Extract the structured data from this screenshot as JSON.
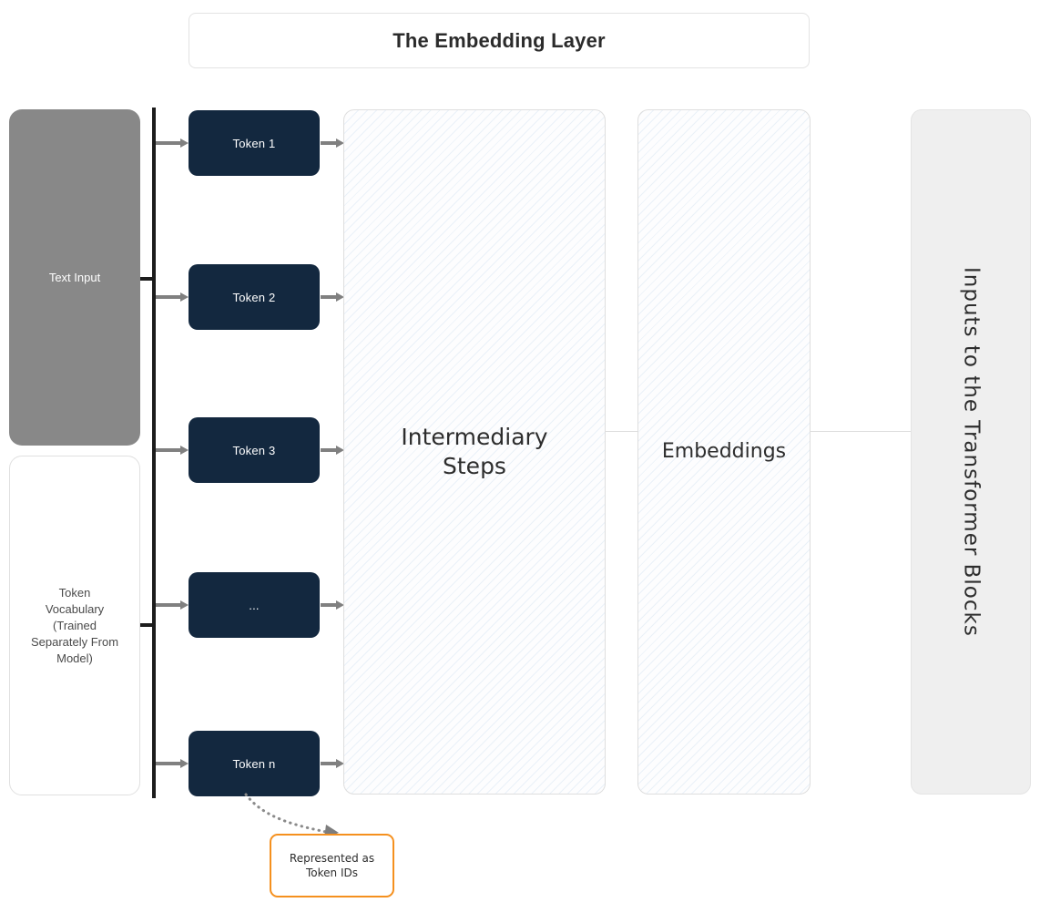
{
  "title": {
    "text": "The Embedding Layer"
  },
  "inputs": {
    "text_input_label": "Text Input",
    "vocabulary_label": "Token\nVocabulary\n(Trained\nSeparately From\nModel)"
  },
  "tokens": [
    {
      "label": "Token 1"
    },
    {
      "label": "Token 2"
    },
    {
      "label": "Token 3"
    },
    {
      "label": "..."
    },
    {
      "label": "Token n"
    }
  ],
  "panels": {
    "intermediary": {
      "label": "Intermediary\nSteps"
    },
    "embeddings": {
      "label": "Embeddings"
    },
    "outputs": {
      "label": "Inputs to the Transformer Blocks"
    }
  },
  "callout": {
    "text": "Represented as\nToken IDs"
  },
  "colors": {
    "token_fill": "#13283f",
    "token_text": "#ffffff",
    "text_input_fill": "#888888",
    "bus_line": "#1c1c1c",
    "arrow": "#808080",
    "hatch_tint": "#8cb4dc",
    "gray_panel": "#efefef",
    "callout_border": "#f5901e",
    "title_text": "#2b2b2b",
    "body_text": "#4a4a4a",
    "panel_border": "#dedede"
  }
}
